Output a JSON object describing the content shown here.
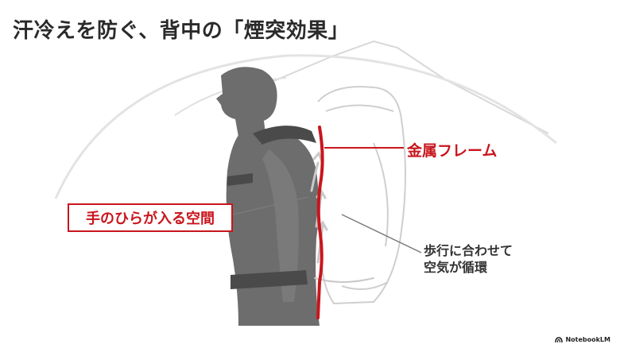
{
  "slide": {
    "title": "汗冷えを防ぐ、背中の「煙突効果」",
    "labels": {
      "frame": "金属フレーム",
      "palm_space": "手のひらが入る空間",
      "airflow_line1": "歩行に合わせて",
      "airflow_line2": "空気が循環"
    },
    "brand": "NotebookLM"
  },
  "colors": {
    "accent_red": "#c8161d",
    "figure_gray": "#6d6d6d",
    "line_gray": "#cfcfcf"
  },
  "icons": [
    "notebooklm-logo-icon",
    "upward-arrow-icon"
  ]
}
